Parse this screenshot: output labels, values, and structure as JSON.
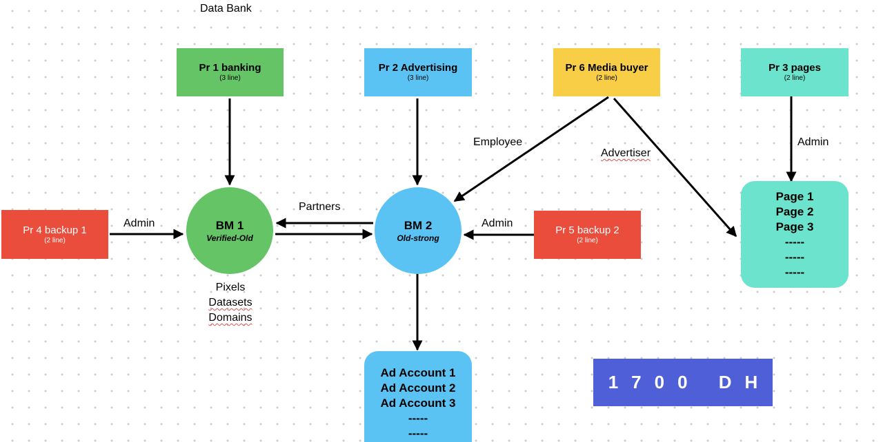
{
  "title": "Data Bank",
  "nodes": {
    "pr1": {
      "label": "Pr 1 banking",
      "sub": "(3 line)",
      "color": "#64c466"
    },
    "pr2": {
      "label": "Pr 2 Advertising",
      "sub": "(3 line)",
      "color": "#5bc3f3"
    },
    "pr6": {
      "label": "Pr 6 Media buyer",
      "sub": "(2 line)",
      "color": "#f7ce46"
    },
    "pr3": {
      "label": "Pr 3 pages",
      "sub": "(2 line)",
      "color": "#6ce3cd"
    },
    "pr4": {
      "label": "Pr 4 backup 1",
      "sub": "(2 line)",
      "color": "#eb4d3d"
    },
    "pr5": {
      "label": "Pr 5 backup 2",
      "sub": "(2 line)",
      "color": "#eb4d3d"
    },
    "bm1": {
      "label": "BM 1",
      "sub": "Verified-Old",
      "color": "#64c466"
    },
    "bm2": {
      "label": "BM 2",
      "sub": "Old-strong",
      "color": "#5bc3f3"
    },
    "pages": {
      "rows": [
        "Page 1",
        "Page 2",
        "Page 3",
        "-----",
        "-----",
        "-----"
      ],
      "color": "#6ce3cd"
    },
    "ad_accounts": {
      "rows": [
        "Ad Account 1",
        "Ad Account 2",
        "Ad Account 3",
        "-----",
        "-----"
      ],
      "color": "#5bc3f3"
    }
  },
  "bm1_assets": [
    "Pixels",
    "Datasets",
    "Domains"
  ],
  "edge_labels": {
    "admin_left": "Admin",
    "partners": "Partners",
    "admin_right": "Admin",
    "employee": "Employee",
    "advertiser": "Advertiser",
    "admin_pages": "Admin"
  },
  "price": "1700 DH",
  "colors": {
    "arrow": "#000000",
    "price_bg": "#4f5fd8"
  }
}
